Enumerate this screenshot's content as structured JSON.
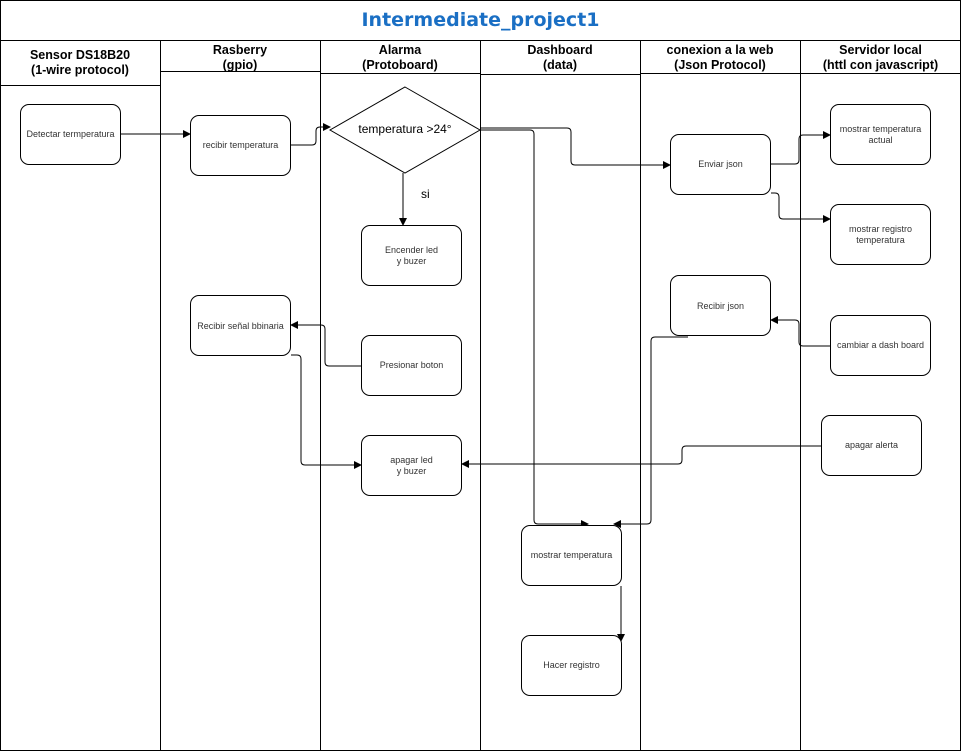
{
  "title": "Intermediate_project1",
  "colors": {
    "title": "#1a6fc4",
    "stroke": "#000000",
    "node_text": "#333333"
  },
  "lanes": [
    {
      "line1": "Sensor DS18B20",
      "line2": "(1-wire protocol)"
    },
    {
      "line1": "Rasberry",
      "line2": "(gpio)"
    },
    {
      "line1": "Alarma",
      "line2": "(Protoboard)"
    },
    {
      "line1": "Dashboard",
      "line2": "(data)"
    },
    {
      "line1": "conexion a la web",
      "line2": "(Json Protocol)"
    },
    {
      "line1": "Servidor local",
      "line2": "(httl con javascript)"
    }
  ],
  "nodes": {
    "detectar": "Detectar termperatura",
    "recibir_temp": "recibir temperatura",
    "decision": "temperatura >24°",
    "encender": "Encender led\ny buzer",
    "recibir_senal": "Recibir señal bbinaria",
    "presionar": "Presionar boton",
    "apagar_led": "apagar led\ny buzer",
    "mostrar_temp_dash": "mostrar temperatura",
    "hacer_registro": "Hacer registro",
    "enviar_json": "Enviar json",
    "recibir_json": "Recibir json",
    "mostrar_actual": "mostrar temperatura\nactual",
    "mostrar_registro": "mostrar registro\ntemperatura",
    "cambiar_dash": "cambiar a dash board",
    "apagar_alerta": "apagar alerta"
  },
  "edge_labels": {
    "si": "si"
  }
}
